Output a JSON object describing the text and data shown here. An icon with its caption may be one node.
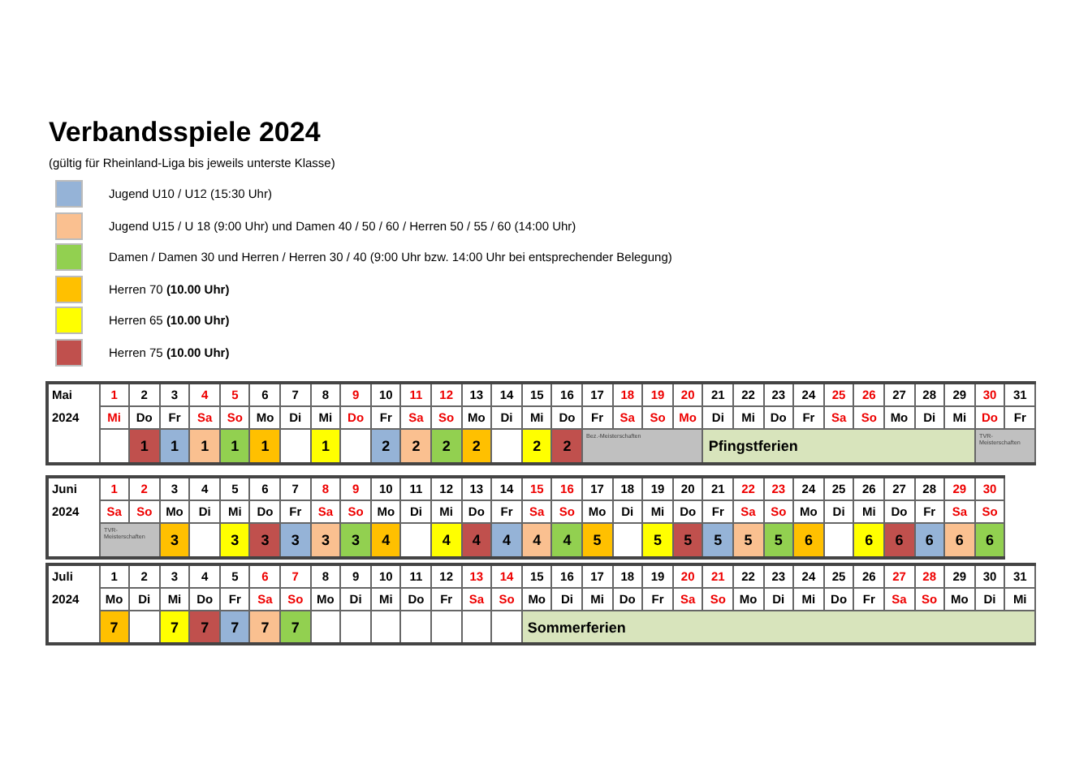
{
  "diagram": {
    "title": "Verbandsspiele 2024",
    "labels": [
      "(gültig für Rheinland-Liga bis jeweils unterste Klasse)",
      "Mai",
      "1",
      "2",
      "3",
      "4",
      "5",
      "6",
      "7",
      "8",
      "9",
      "10",
      "11",
      "12",
      "13",
      "14",
      "15",
      "16",
      "17",
      "18",
      "19",
      "20",
      "21",
      "22",
      "23",
      "24",
      "25",
      "26",
      "27",
      "28",
      "29",
      "30",
      "31",
      "2024",
      "Mi",
      "Do",
      "Fr",
      "Sa",
      "So",
      "Mo",
      "Di",
      "Mi",
      "Do",
      "Fr",
      "Sa",
      "So",
      "Mo",
      "Di",
      "Mi",
      "Do",
      "Fr",
      "Sa",
      "So",
      "Mo",
      "Di",
      "Mi",
      "Do",
      "Fr",
      "Sa",
      "So",
      "Mo",
      "Di",
      "Mi",
      "Do",
      "Fr",
      "1",
      "1",
      "1",
      "1",
      "1",
      "1",
      "2",
      "2",
      "2",
      "2",
      "2",
      "2",
      "Bez.-Meisterschaften",
      "Pfingstferien",
      "TVR-Meisterschaften",
      "Juni",
      "1",
      "2",
      "3",
      "4",
      "5",
      "6",
      "7",
      "8",
      "9",
      "10",
      "11",
      "12",
      "13",
      "14",
      "15",
      "16",
      "17",
      "18",
      "19",
      "20",
      "21",
      "22",
      "23",
      "24",
      "25",
      "26",
      "27",
      "28",
      "29",
      "30",
      "2024",
      "Sa",
      "So",
      "Mo",
      "Di",
      "Mi",
      "Do",
      "Fr",
      "Sa",
      "So",
      "Mo",
      "Di",
      "Mi",
      "Do",
      "Fr",
      "Sa",
      "So",
      "Mo",
      "Di",
      "Mi",
      "Do",
      "Fr",
      "Sa",
      "So",
      "Mo",
      "Di",
      "Mi",
      "Do",
      "Fr",
      "Sa",
      "So",
      "TVR-Meisterschaften",
      "3",
      "3",
      "3",
      "3",
      "3",
      "3",
      "4",
      "4",
      "4",
      "4",
      "4",
      "4",
      "5",
      "5",
      "5",
      "5",
      "5",
      "5",
      "6",
      "6",
      "6",
      "6",
      "6",
      "6",
      "Juli",
      "1",
      "2",
      "3",
      "4",
      "5",
      "6",
      "7",
      "8",
      "9",
      "10",
      "11",
      "12",
      "13",
      "14",
      "15",
      "16",
      "17",
      "18",
      "19",
      "20",
      "21",
      "22",
      "23",
      "24",
      "25",
      "26",
      "27",
      "28",
      "29",
      "30",
      "31",
      "2024",
      "Mo",
      "Di",
      "Mi",
      "Do",
      "Fr",
      "Sa",
      "So",
      "Mo",
      "Di",
      "Mi",
      "Do",
      "Fr",
      "Sa",
      "So",
      "Mo",
      "Di",
      "Mi",
      "Do",
      "Fr",
      "Sa",
      "So",
      "Mo",
      "Di",
      "Mi",
      "Do",
      "Fr",
      "Sa",
      "So",
      "Mo",
      "Di",
      "Mi",
      "7",
      "7",
      "7",
      "7",
      "7",
      "7",
      "Sommerferien"
    ],
    "legend": [
      {
        "text": "Jugend U10 / U12 (15:30 Uhr)",
        "color": "#95b3d7"
      },
      {
        "text": "Jugend U15 / U 18 (9:00 Uhr) und Damen 40 / 50 / 60 / Herren 50 / 55 / 60 (14:00 Uhr)",
        "color": "#fac090"
      },
      {
        "text": "Damen / Damen 30 und Herren / Herren 30 / 40 (9:00 Uhr bzw. 14:00 Uhr bei entsprechender Belegung)",
        "color": "#92d050"
      },
      {
        "text": "Herren 70 **(10.00 Uhr)**",
        "color": "#ffc000"
      },
      {
        "text": "Herren 65 **(10.00 Uhr)**",
        "color": "#ffff00"
      },
      {
        "text": "Herren 75 **(10.00 Uhr)**",
        "color": "#c0504d"
      }
    ]
  }
}
